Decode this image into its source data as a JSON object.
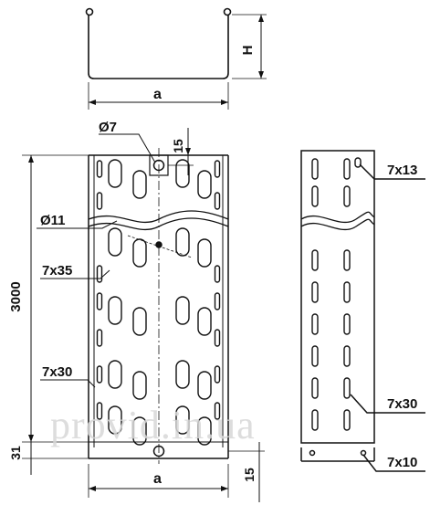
{
  "watermark": "provid.in.ua",
  "labels": {
    "height_symbol": "H",
    "width_top": "a",
    "width_bottom": "a",
    "hole_diameter_small": "Ø7",
    "hole_diameter_large": "Ø11",
    "dim_15_top": "15",
    "dim_15_bottom": "15",
    "length": "3000",
    "end_offset": "31",
    "slot_7x35": "7x35",
    "slot_7x30_left": "7x30",
    "slot_7x13": "7x13",
    "slot_7x30_right": "7x30",
    "slot_7x10": "7x10"
  },
  "colors": {
    "ink": "#111111",
    "background": "#ffffff",
    "watermark": "#d8d8d8"
  }
}
